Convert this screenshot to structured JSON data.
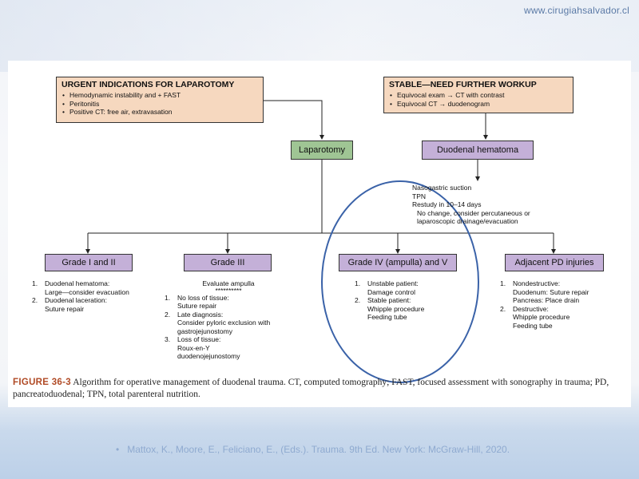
{
  "site_url": "www.cirugiahsalvador.cl",
  "urgent_box": {
    "title": "URGENT INDICATIONS FOR LAPAROTOMY",
    "items": [
      "Hemodynamic instability and + FAST",
      "Peritonitis",
      "Positive CT: free air, extravasation"
    ]
  },
  "stable_box": {
    "title": "STABLE—NEED FURTHER WORKUP",
    "items": [
      "Equivocal exam → CT with contrast",
      "Equivocal CT → duodenogram"
    ]
  },
  "laparotomy_label": "Laparotomy",
  "hematoma_label": "Duodenal hematoma",
  "hematoma_management": [
    "Nasogastric suction",
    "TPN",
    "Restudy in 10–14 days",
    "No change, consider percutaneous or",
    "laparoscopic drainage/evacuation"
  ],
  "grades": {
    "g1": {
      "label": "Grade I and II",
      "l1": "1.",
      "t1": "Duodenal hematoma:",
      "s1": "Large—consider evacuation",
      "l2": "2.",
      "t2": "Duodenal laceration:",
      "s2": "Suture repair"
    },
    "g3": {
      "label": "Grade III",
      "intro": "Evaluate ampulla",
      "stars": "**********",
      "l1": "1.",
      "t1": "No loss of tissue:",
      "s1": "Suture repair",
      "l2": "2.",
      "t2": "Late diagnosis:",
      "s2a": "Consider pyloric exclusion with",
      "s2b": "gastrojejunostomy",
      "l3": "3.",
      "t3": "Loss of tissue:",
      "s3a": "Roux-en-Y",
      "s3b": "duodenojejunostomy"
    },
    "g4": {
      "label": "Grade IV (ampulla) and V",
      "l1": "1.",
      "t1": "Unstable patient:",
      "s1": "Damage control",
      "l2": "2.",
      "t2": "Stable patient:",
      "s2a": "Whipple procedure",
      "s2b": "Feeding tube"
    },
    "pd": {
      "label": "Adjacent PD injuries",
      "l1": "1.",
      "t1": "Nondestructive:",
      "s1a": "Duodenum: Suture repair",
      "s1b": "Pancreas: Place drain",
      "l2": "2.",
      "t2": "Destructive:",
      "s2a": "Whipple procedure",
      "s2b": "Feeding tube"
    }
  },
  "caption": {
    "label": "FIGURE 36-3",
    "text": "Algorithm for operative management of duodenal trauma. CT, computed tomography; FAST, focused assessment with sonography in trauma; PD, pancreatoduodenal; TPN, total parenteral nutrition."
  },
  "citation": "Mattox, K., Moore, E., Feliciano, E., (Eds.). Trauma. 9th Ed. New York: McGraw-Hill, 2020.",
  "colors": {
    "peach": "#f6d8bf",
    "green": "#9fc594",
    "purple": "#c4b0d8",
    "figure_label": "#b04a25",
    "highlight_circle": "#3a62a8"
  }
}
